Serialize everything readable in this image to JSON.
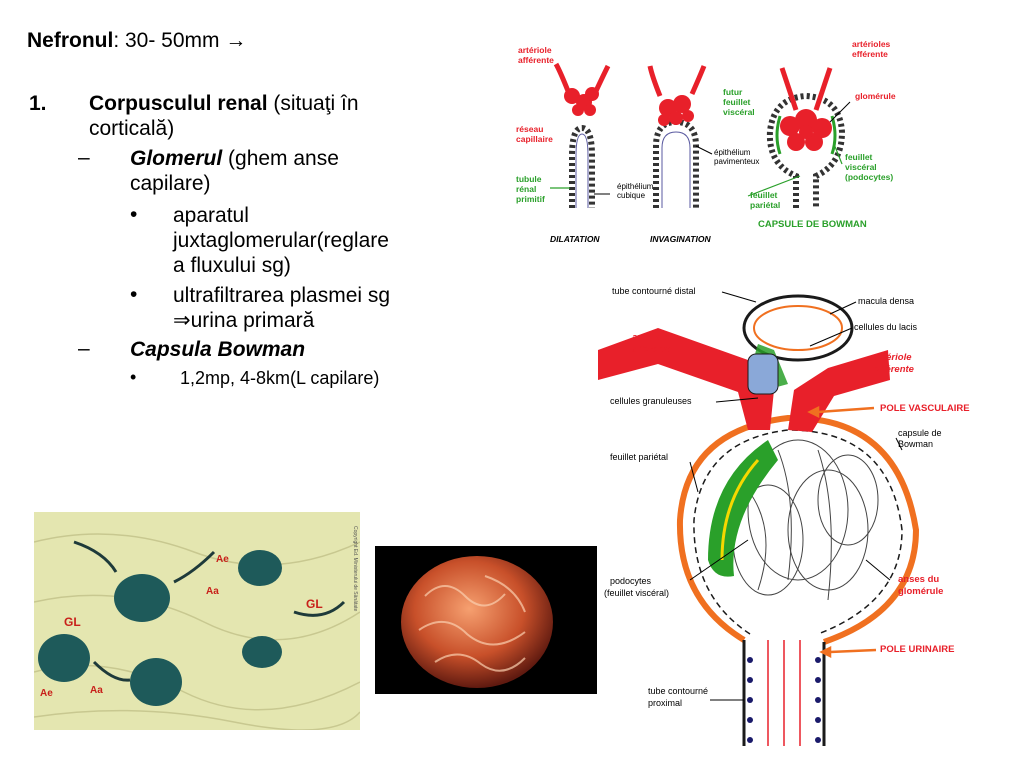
{
  "slide": {
    "heading_bold": "Nefronul",
    "heading_rest": ": 30- 50mm →",
    "item1_num": "1.",
    "item1_bold": "Corpusculul renal",
    "item1_rest1": " (situaţi în",
    "item1_rest2": "corticală)",
    "dash": "–",
    "glomerul_bold": "Glomerul",
    "glomerul_rest1": " (ghem anse",
    "glomerul_rest2": "capilare)",
    "bullet": "•",
    "b1_l1": "aparatul",
    "b1_l2": "juxtaglomerular(reglare",
    "b1_l3": "a fluxului sg)",
    "b2_l1": "ultrafiltrarea plasmei sg",
    "b2_l2": "⇒urina primară",
    "capsula_bold": "Capsula Bowman",
    "b3": "1,2mp, 4-8km(L capilare)"
  },
  "fig_top": {
    "arteriole_afferente_1": "artériole",
    "arteriole_afferente_2": "afférente",
    "arteriole_efferente_1": "artérioles",
    "arteriole_efferente_2": "efférente",
    "reseau_1": "réseau",
    "reseau_2": "capillaire",
    "futur_1": "futur",
    "futur_2": "feuillet",
    "futur_3": "viscéral",
    "glomerule": "glomérule",
    "epith_pav_1": "épithélium",
    "epith_pav_2": "pavimenteux",
    "tubule_1": "tubule",
    "tubule_2": "rénal",
    "tubule_3": "primitif",
    "epith_cub_1": "épithélium",
    "epith_cub_2": "cubique",
    "feuillet_visc_1": "feuillet",
    "feuillet_visc_2": "viscéral",
    "feuillet_visc_3": "(podocytes)",
    "feuillet_par_1": "feuillet",
    "feuillet_par_2": "pariétal",
    "dilatation": "DILATATION",
    "invagination": "INVAGINATION",
    "capsule": "CAPSULE DE BOWMAN"
  },
  "fig_big": {
    "tube_distal": "tube contourné distal",
    "macula": "macula densa",
    "lacis": "cellules du lacis",
    "aff_1": "artériole",
    "aff_2": "afférente",
    "eff_1": "artériole",
    "eff_2": "efférente",
    "granul": "cellules granuleuses",
    "pole_vasc": "POLE VASCULAIRE",
    "caps_1": "capsule de",
    "caps_2": "Bowman",
    "feuillet": "feuillet pariétal",
    "podo_1": "podocytes",
    "podo_2": "(feuillet viscéral)",
    "anses_1": "anses du",
    "anses_2": "glomérule",
    "pole_urin": "POLE URINAIRE",
    "tube_prox_1": "tube contourné",
    "tube_prox_2": "proximal"
  },
  "micro": {
    "ae1": "Ae",
    "aa1": "Aa",
    "gl1": "GL",
    "gl2": "GL",
    "ae2": "Ae",
    "aa2": "Aa",
    "side_text": "Copyright Ed. Ministerului de Sănătate"
  },
  "colors": {
    "vessel_red": "#e8202a",
    "label_red": "#e8202a",
    "podocyte_green": "#2aa02a",
    "capsule_orange": "#f07020",
    "arrow_orange": "#f07020",
    "tissue_bg": "#e4e6b0",
    "stain_teal": "#1e5a5a",
    "sem_bg": "#000000"
  }
}
